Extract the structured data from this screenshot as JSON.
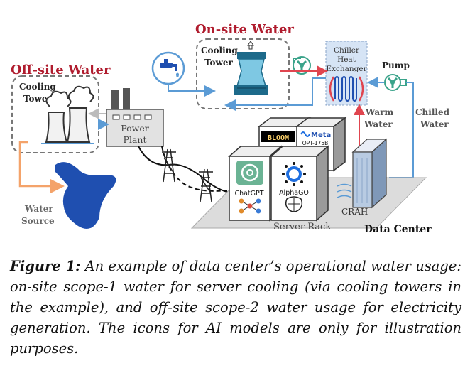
{
  "diagram": {
    "onsite_title": "On-site Water",
    "offsite_title": "Off-site Water",
    "onsite_tower_label_1": "Cooling",
    "onsite_tower_label_2": "Tower",
    "offsite_tower_label_1": "Cooling",
    "offsite_tower_label_2": "Tower",
    "power_plant_label_1": "Power",
    "power_plant_label_2": "Plant",
    "chiller_label_1": "Chiller",
    "chiller_label_2": "Heat",
    "chiller_label_3": "Exchanger",
    "pump_label": "Pump",
    "warm_water_1": "Warm",
    "warm_water_2": "Water",
    "chilled_water_1": "Chilled",
    "chilled_water_2": "Water",
    "water_source_1": "Water",
    "water_source_2": "Source",
    "crah_label": "CRAH",
    "server_rack_label": "Server Rack",
    "data_center_label": "Data Center",
    "chatgpt_label": "ChatGPT",
    "alphago_label": "AlphaGO",
    "bloom_label": "BLOOM",
    "meta_label": "Meta",
    "opt_label": "OPT-175B"
  },
  "caption": {
    "figure_label": "Figure 1:",
    "text": "An example of data center’s operational water usage: on-site scope-1 water for server cooling (via cooling towers in the example), and off-site scope-2 water usage for electricity generation. The icons for AI models are only for illustration purposes."
  },
  "colors": {
    "title_red": "#b01c2e",
    "water_blue": "#5b9bd5",
    "warm_red": "#e0454f",
    "orange": "#f4a36a",
    "lake_blue": "#1f4fb0",
    "teal": "#3aa38a"
  }
}
